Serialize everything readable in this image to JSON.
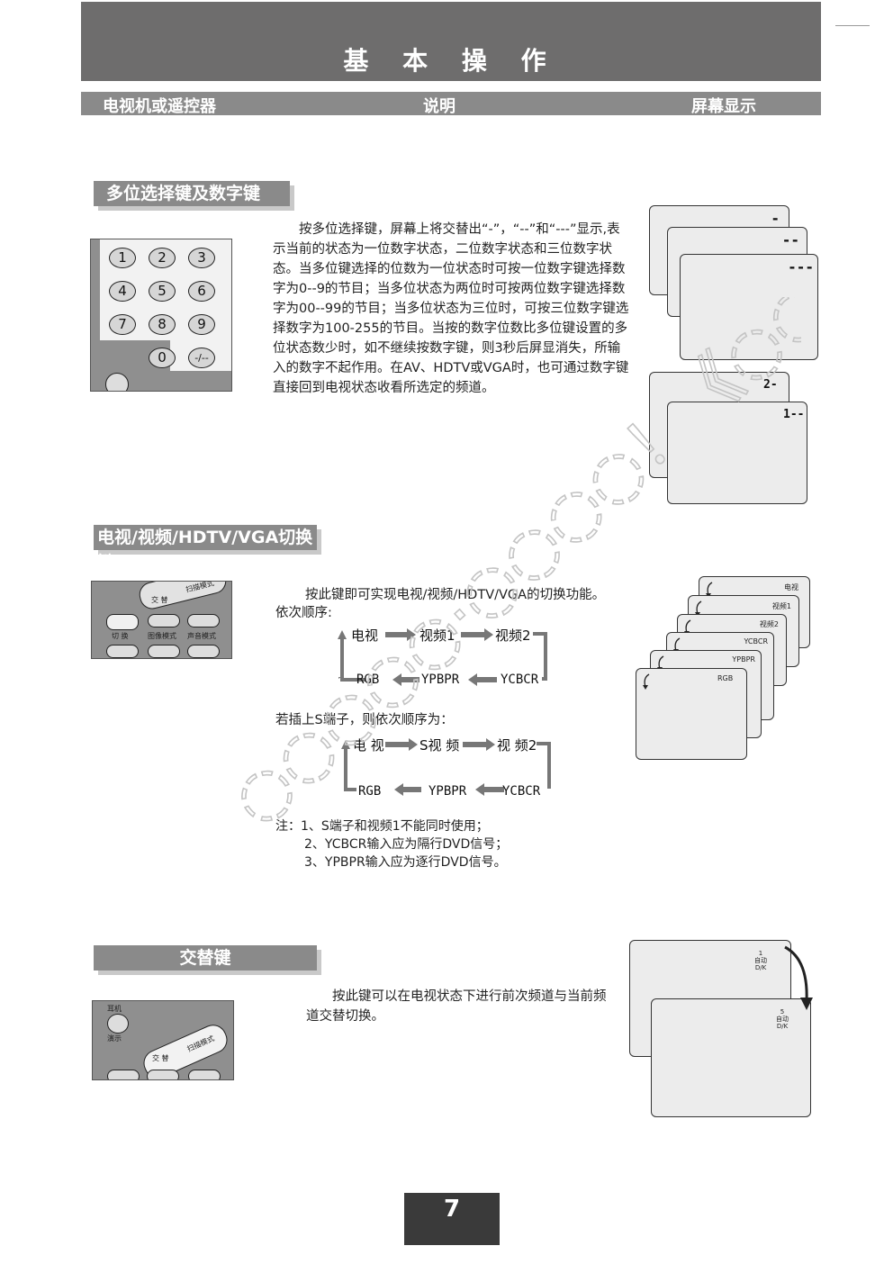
{
  "header": {
    "title": "基 本 操 作"
  },
  "columns": {
    "left": "电视机或遥控器",
    "middle": "说明",
    "right": "屏幕显示"
  },
  "section1": {
    "title": "多位选择键及数字键",
    "keypad": [
      "1",
      "2",
      "3",
      "4",
      "5",
      "6",
      "7",
      "8",
      "9",
      "0",
      "-/--"
    ],
    "text": "按多位选择键，屏幕上将交替出“-”，“--”和“---”显示,表示当前的状态为一位数字状态，二位数字状态和三位数字状态。当多位键选择的位数为一位状态时可按一位数字键选择数字为0--9的节目；当多位状态为两位时可按两位数字键选择数字为00--99的节目；当多位状态为三位时，可按三位数字键选择数字为100-255的节目。当按的数字位数比多位键设置的多位状态数少时，如不继续按数字键，则3秒后屏显消失，所输入的数字不起作用。在AV、HDTV或VGA时，也可通过数字键直接回到电视状态收看所选定的频道。",
    "osd": [
      "-",
      "--",
      "---",
      "2-",
      "1--"
    ]
  },
  "section2": {
    "title": "电视/视频/HDTV/VGA切换键",
    "remote_labels": {
      "swap": "交 替",
      "scan": "扫描模式",
      "switch": "切 换",
      "picture": "图像模式",
      "sound": "声音模式"
    },
    "intro": "按此键即可实现电视/视频/HDTV/VGA的切换功能。",
    "order_label": "依次顺序:",
    "flow1": {
      "a": "电视",
      "b": "视频1",
      "c": "视频2",
      "d": "YCBCR",
      "e": "YPBPR",
      "f": "RGB"
    },
    "s_intro": "若插上S端子，则依次顺序为：",
    "flow2": {
      "a": "电 视",
      "b": "S视 频",
      "c": "视 频2",
      "d": "YCBCR",
      "e": "YPBPR",
      "f": "RGB"
    },
    "notes": [
      "注：1、S端子和视频1不能同时使用；",
      "2、YCBCR输入应为隔行DVD信号；",
      "3、YPBPR输入应为逐行DVD信号。"
    ],
    "screens": [
      "电视",
      "视频1",
      "视频2",
      "YCBCR",
      "YPBPR",
      "RGB"
    ]
  },
  "section3": {
    "title": "交替键",
    "remote_labels": {
      "earphone": "耳机",
      "demo": "演示",
      "swap": "交 替",
      "scan": "扫描模式"
    },
    "text": "按此键可以在电视状态下进行前次频道与当前频道交替切换。",
    "screen1": {
      "num": "1",
      "mode": "自动",
      "sys": "D/K"
    },
    "screen2": {
      "num": "5",
      "mode": "自动",
      "sys": "D/K"
    }
  },
  "page_number": "7",
  "colors": {
    "header": "#6e6d6d",
    "bar": "#8a8a8a",
    "screen": "#ececec"
  }
}
